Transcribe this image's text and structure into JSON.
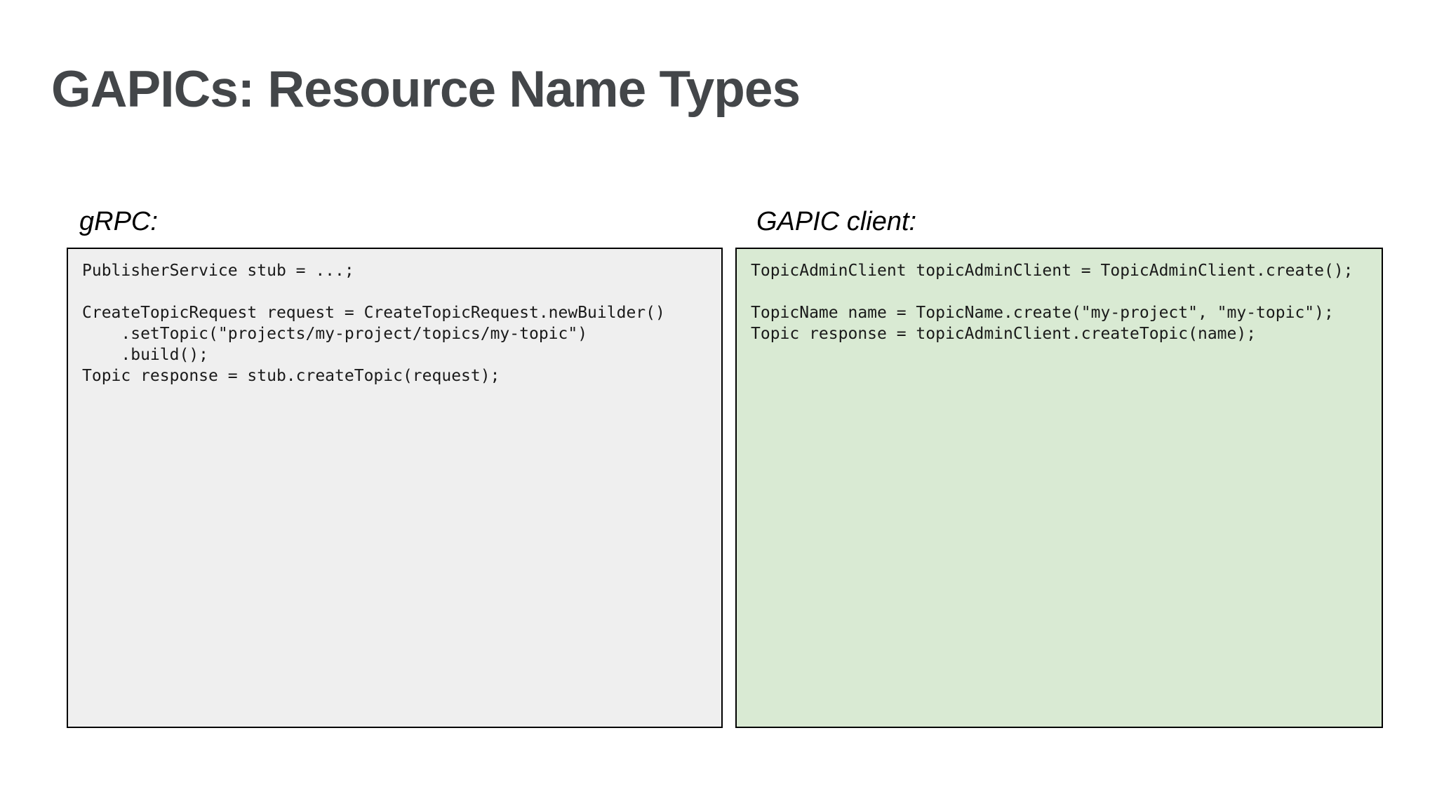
{
  "slide": {
    "title": "GAPICs: Resource Name Types"
  },
  "panels": {
    "grpc": {
      "label": "gRPC:",
      "code": "PublisherService stub = ...;\n\nCreateTopicRequest request = CreateTopicRequest.newBuilder()\n    .setTopic(\"projects/my-project/topics/my-topic\")\n    .build();\nTopic response = stub.createTopic(request);"
    },
    "gapic": {
      "label": "GAPIC client:",
      "code": "TopicAdminClient topicAdminClient = TopicAdminClient.create();\n\nTopicName name = TopicName.create(\"my-project\", \"my-topic\");\nTopic response = topicAdminClient.createTopic(name);"
    }
  },
  "colors": {
    "title_text": "#434649",
    "label_text": "#000000",
    "code_text": "#1a1a1a",
    "grpc_panel_bg": "#efefef",
    "gapic_panel_bg": "#d9ead3",
    "panel_border": "#000000",
    "slide_bg": "#ffffff"
  }
}
